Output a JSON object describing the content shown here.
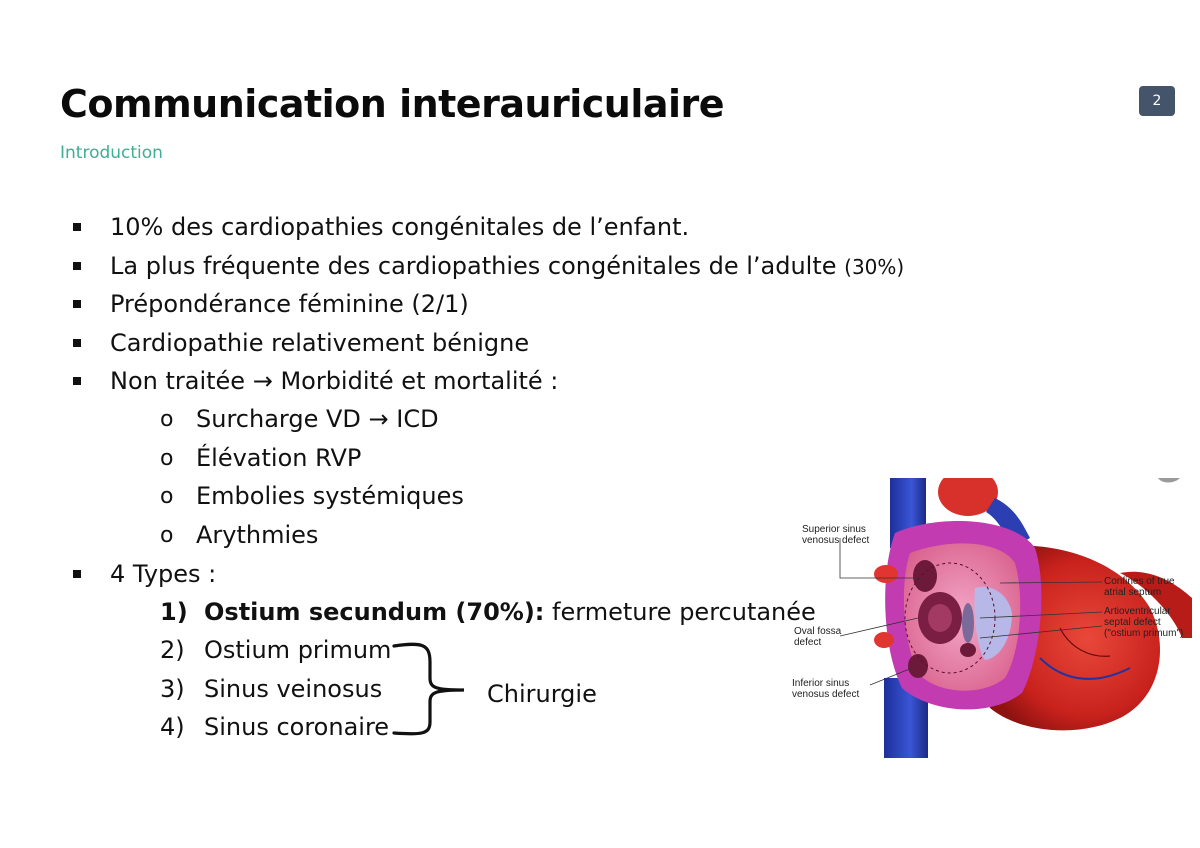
{
  "title": "Communication interauriculaire",
  "subtitle": "Introduction",
  "page_number": "2",
  "bullets": [
    {
      "text": "10% des cardiopathies congénitales de l’enfant."
    },
    {
      "text": "La plus fréquente des cardiopathies congénitales de l’adulte ",
      "paren": "(30%)"
    },
    {
      "text": "Prépondérance féminine (2/1)"
    },
    {
      "text": "Cardiopathie relativement bénigne"
    },
    {
      "text": "Non traitée → Morbidité et mortalité :"
    }
  ],
  "sub_items": [
    {
      "marker": "o",
      "text": "Surcharge VD → ICD"
    },
    {
      "marker": "o",
      "text": "Élévation RVP"
    },
    {
      "marker": "o",
      "text": "Embolies systémiques"
    },
    {
      "marker": "o",
      "text": "Arythmies"
    }
  ],
  "types_heading": "4 Types :",
  "types": [
    {
      "num": "1)",
      "label": "Ostium secundum (70%):",
      "detail": " fermeture percutanée"
    },
    {
      "num": "2)",
      "label": "Ostium primum",
      "detail": ""
    },
    {
      "num": "3)",
      "label": "Sinus veinosus",
      "detail": ""
    },
    {
      "num": "4)",
      "label": "Sinus coronaire",
      "detail": ""
    }
  ],
  "brace_label": "Chirurgie",
  "figure_labels": {
    "superior": "Superior sinus\nvenosus defect",
    "oval": "Oval fossa\ndefect",
    "inferior": "Inferior sinus\nvenosus defect",
    "confines": "Confines of true\natrial septum",
    "av": "Artioventricular\nseptal defect\n(\"ostium primum\")"
  },
  "colors": {
    "accent": "#3fae92",
    "badge": "#44546a"
  }
}
